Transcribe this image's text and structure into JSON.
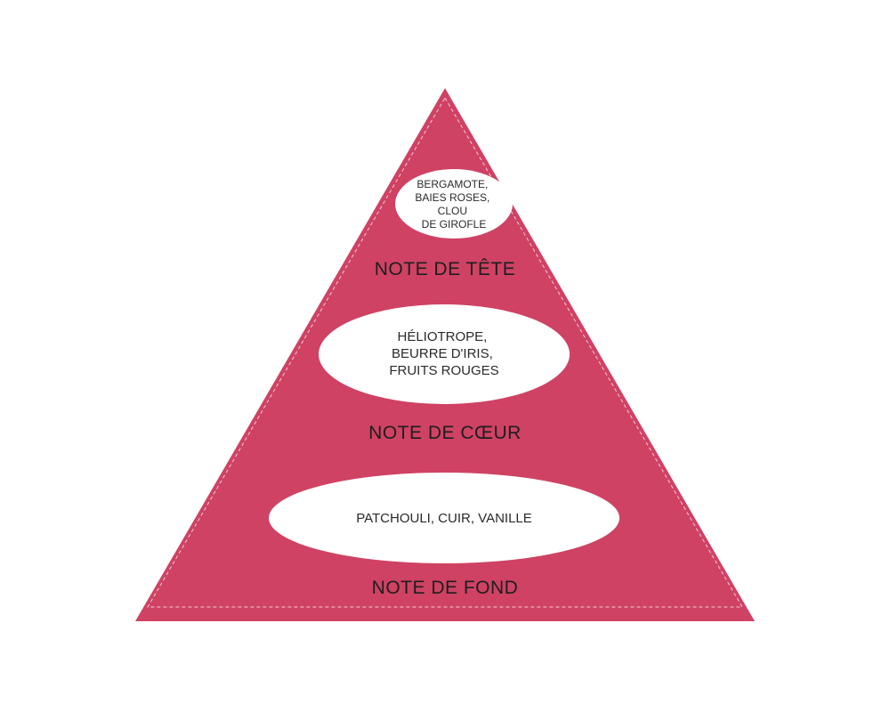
{
  "colors": {
    "pyramid_fill": "#cf4264",
    "ellipse_fill": "#ffffff",
    "dashed_border": "#f3c9d3",
    "text": "#222222"
  },
  "pyramid": {
    "top": {
      "label": "NOTE DE TÊTE",
      "notes": [
        "BERGAMOTE,",
        "BAIES ROSES,",
        "CLOU",
        "DE GIROFLE"
      ]
    },
    "heart": {
      "label": "NOTE DE CŒUR",
      "notes": [
        "HÉLIOTROPE,",
        "BEURRE D'IRIS,",
        "FRUITS ROUGES"
      ]
    },
    "base": {
      "label": "NOTE DE FOND",
      "notes": [
        "PATCHOULI, CUIR, VANILLE"
      ]
    }
  }
}
